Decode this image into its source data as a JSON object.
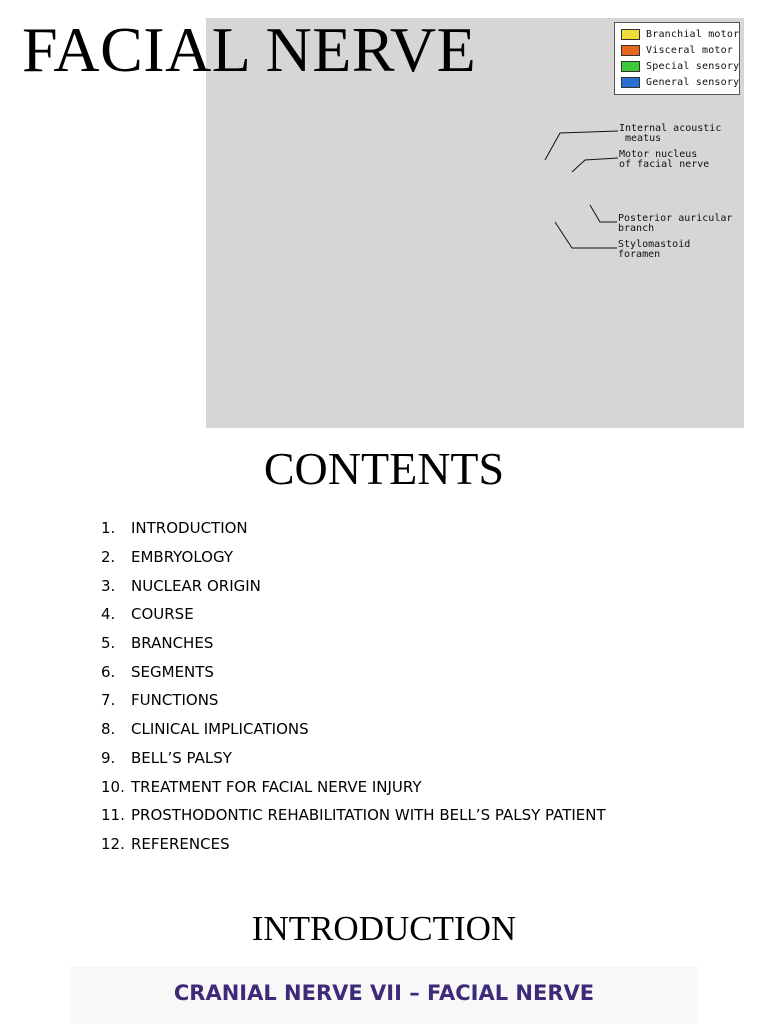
{
  "title": "FACIAL NERVE",
  "figure": {
    "legend": [
      {
        "label": "Branchial motor",
        "color": "#f2dc3c"
      },
      {
        "label": "Visceral motor",
        "color": "#e8651c"
      },
      {
        "label": "Special sensory",
        "color": "#3cc93a"
      },
      {
        "label": "General sensory",
        "color": "#2a6fd1"
      }
    ],
    "labels": {
      "internal_acoustic_meatus": "Internal acoustic\n meatus",
      "motor_nucleus": "Motor nucleus\nof facial nerve",
      "posterior_auricular_branch": "Posterior auricular\nbranch",
      "stylomastoid_foramen": "Stylomastoid\nforamen"
    }
  },
  "contents": {
    "heading": "CONTENTS",
    "items": [
      {
        "num": "1.",
        "text": "INTRODUCTION"
      },
      {
        "num": "2.",
        "text": "EMBRYOLOGY"
      },
      {
        "num": "3.",
        "text": "NUCLEAR ORIGIN"
      },
      {
        "num": "4.",
        "text": "COURSE"
      },
      {
        "num": "5.",
        "text": "BRANCHES"
      },
      {
        "num": "6.",
        "text": "SEGMENTS"
      },
      {
        "num": "7.",
        "text": "FUNCTIONS"
      },
      {
        "num": "8.",
        "text": "CLINICAL IMPLICATIONS"
      },
      {
        "num": "9.",
        "text": "BELL’S PALSY"
      },
      {
        "num": "10.",
        "text": "TREATMENT FOR FACIAL NERVE INJURY"
      },
      {
        "num": "11.",
        "text": "PROSTHODONTIC REHABILITATION WITH BELL’S PALSY PATIENT"
      },
      {
        "num": "12.",
        "text": "REFERENCES"
      }
    ]
  },
  "introduction": {
    "heading": "INTRODUCTION",
    "graphic_caption": "CRANIAL NERVE VII – FACIAL NERVE"
  }
}
